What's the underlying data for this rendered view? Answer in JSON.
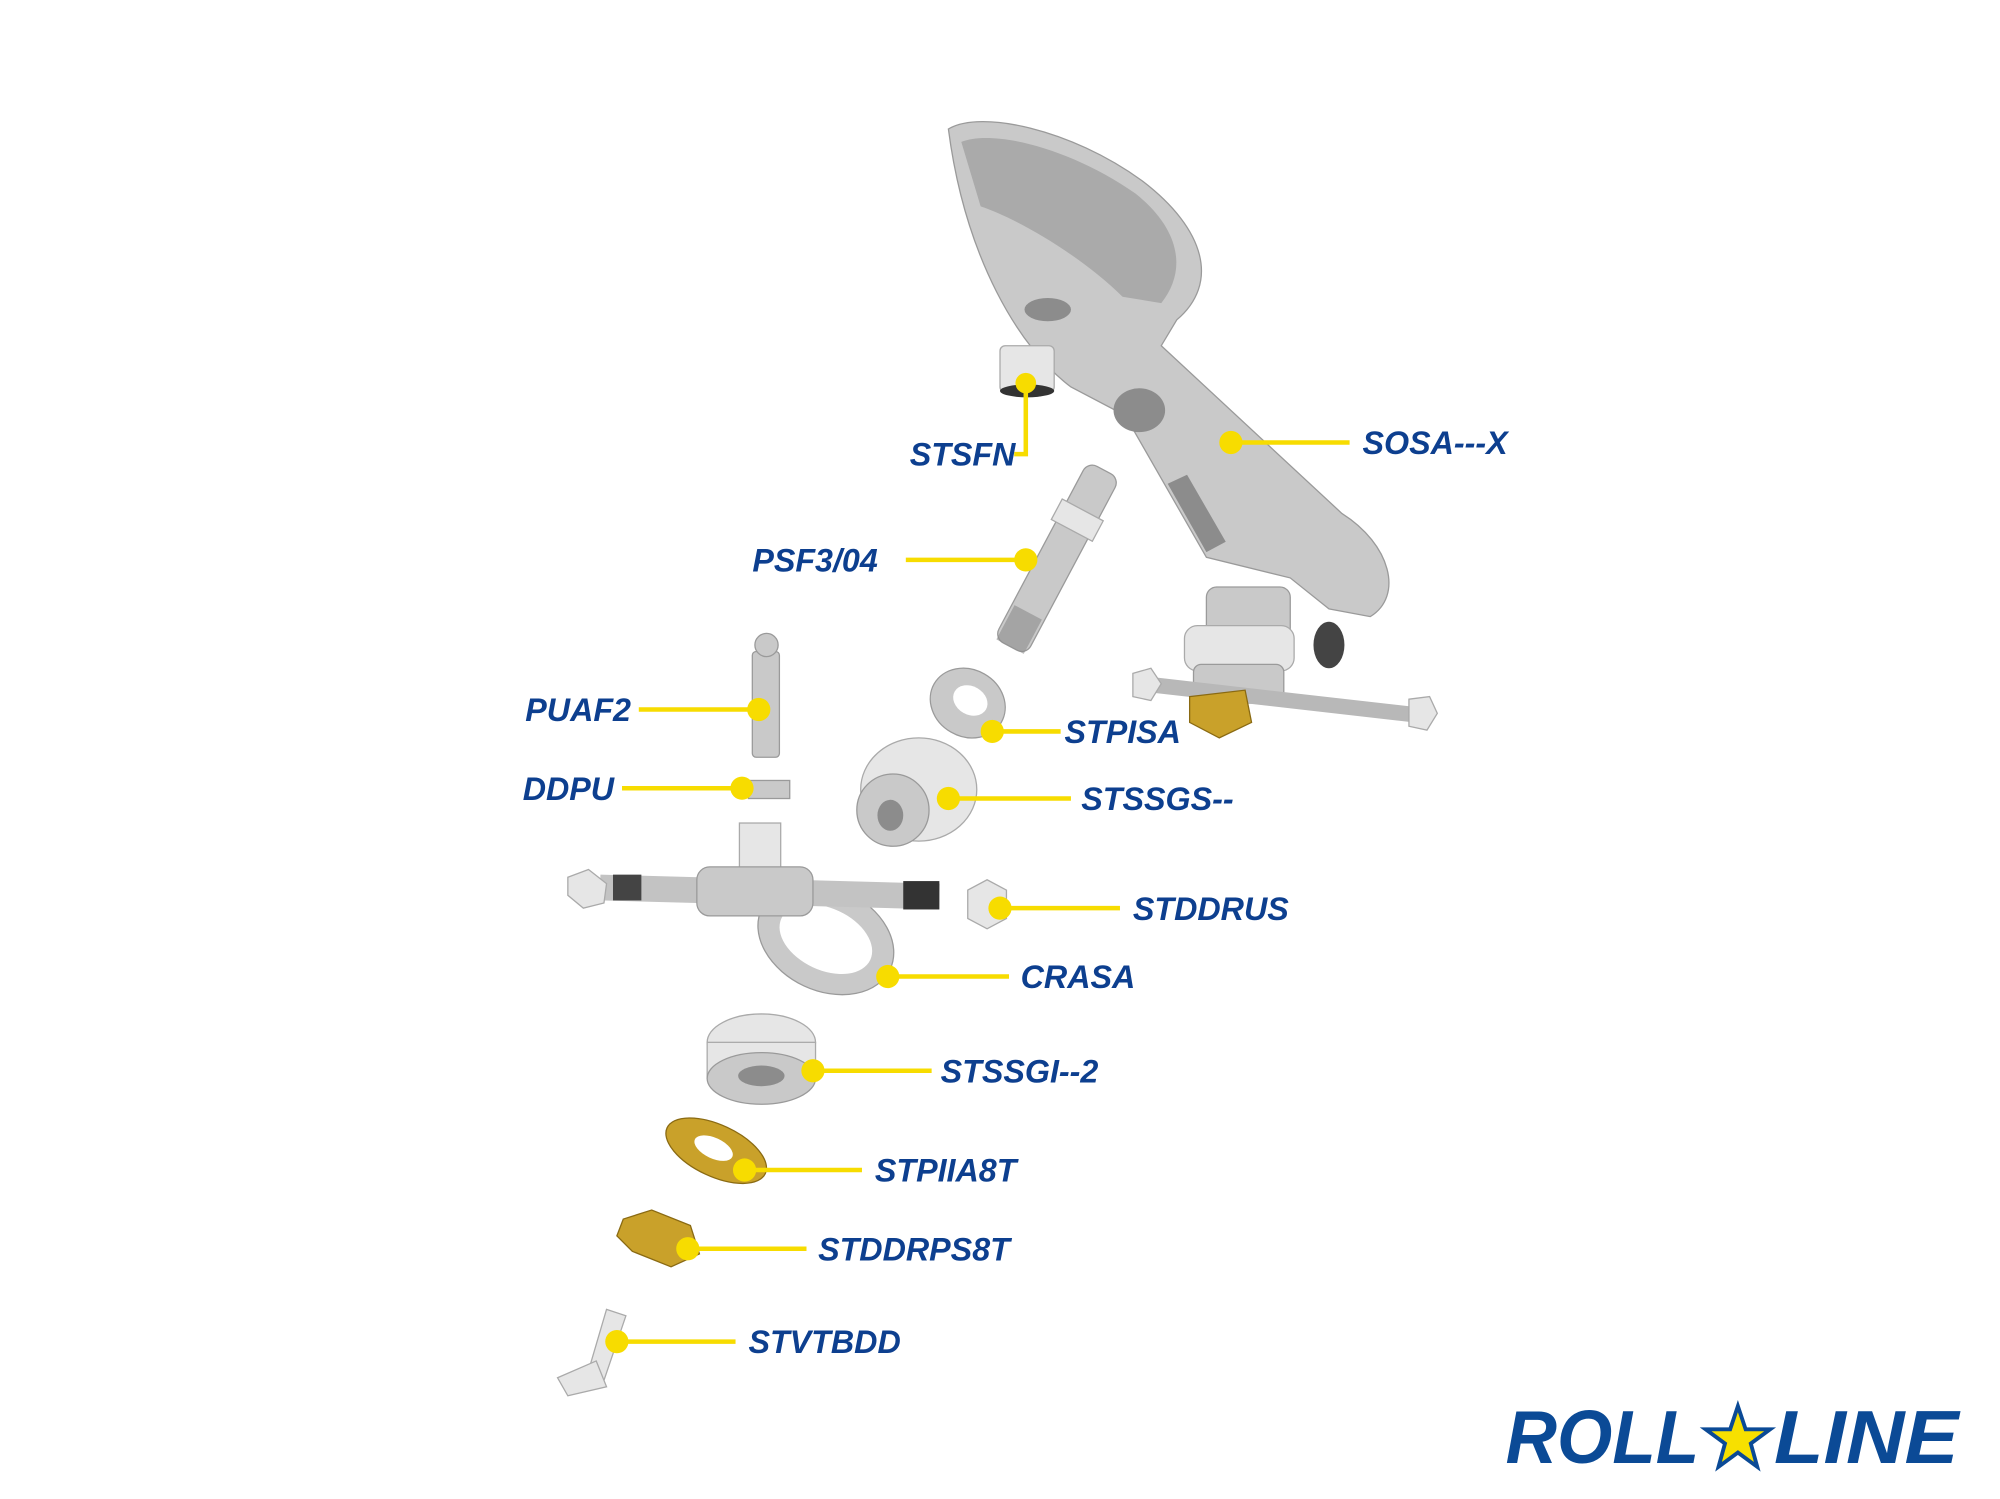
{
  "parts": [
    {
      "id": "sosa",
      "code": "SOSA---X"
    },
    {
      "id": "stsfn",
      "code": "STSFN"
    },
    {
      "id": "psf",
      "code": "PSF3/04"
    },
    {
      "id": "puaf2",
      "code": "PUAF2"
    },
    {
      "id": "ddpu",
      "code": "DDPU"
    },
    {
      "id": "stpisa",
      "code": "STPISA"
    },
    {
      "id": "stssgs",
      "code": "STSSGS--"
    },
    {
      "id": "stddrus",
      "code": "STDDRUS"
    },
    {
      "id": "crasa",
      "code": "CRASA"
    },
    {
      "id": "stssgi",
      "code": "STSSGI--2"
    },
    {
      "id": "stpiia8t",
      "code": "STPIIA8T"
    },
    {
      "id": "stddrps8t",
      "code": "STDDRPS8T"
    },
    {
      "id": "stvtbdd",
      "code": "STVTBDD"
    }
  ],
  "logo": {
    "text": "ROLL LINE",
    "brand_color": "#0b4a96",
    "star_color": "#f7e000"
  },
  "colors": {
    "label": "#0d3f8f",
    "leader": "#f7dc00"
  }
}
